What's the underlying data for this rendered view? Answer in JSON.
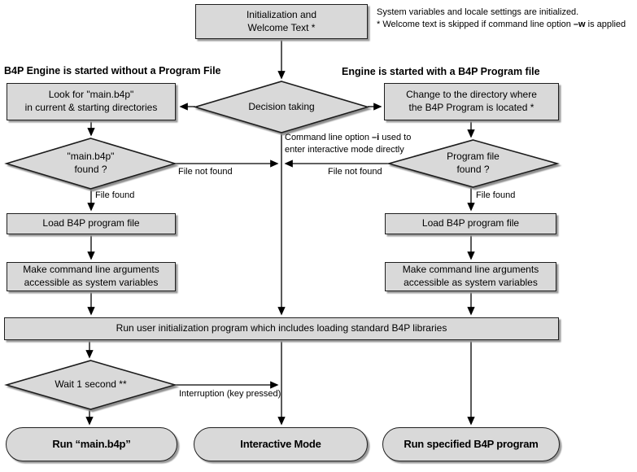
{
  "notes": {
    "top_line1": "System variables and locale settings are initialized.",
    "top_line2_prefix": "* Welcome text is skipped if command line option ",
    "top_line2_bold": "–w",
    "top_line2_suffix": " is applied",
    "interactive_prefix": "Command line option ",
    "interactive_bold": "–i",
    "interactive_suffix": " used to",
    "interactive_line2": "enter interactive mode directly"
  },
  "headings": {
    "left": "B4P Engine is started without a Program File",
    "right": "Engine is started with a B4P Program file"
  },
  "nodes": {
    "init": {
      "line1": "Initialization and",
      "line2": "Welcome Text *"
    },
    "decision": {
      "label": "Decision taking"
    },
    "look_for": {
      "line1": "Look for \"main.b4p\"",
      "line2": "in current & starting directories"
    },
    "change_dir": {
      "line1": "Change to the directory where",
      "line2": "the B4P Program is located *"
    },
    "main_found": {
      "line1": "\"main.b4p\"",
      "line2": "found ?"
    },
    "program_found": {
      "line1": "Program file",
      "line2": "found ?"
    },
    "load_left": {
      "label": "Load B4P program file"
    },
    "load_right": {
      "label": "Load B4P program file"
    },
    "make_left": {
      "line1": "Make command line arguments",
      "line2": "accessible as system variables"
    },
    "make_right": {
      "line1": "Make command line arguments",
      "line2": "accessible as system variables"
    },
    "run_init": {
      "label": "Run user initialization program which includes loading standard B4P libraries"
    },
    "wait": {
      "label": "Wait 1 second **"
    },
    "terminal_left": {
      "label": "Run “main.b4p”"
    },
    "terminal_mid": {
      "label": "Interactive Mode"
    },
    "terminal_right": {
      "label": "Run specified B4P program"
    }
  },
  "edge_labels": {
    "file_not_found_left": "File not found",
    "file_not_found_right": "File not found",
    "file_found_left": "File found",
    "file_found_right": "File found",
    "interruption": "Interruption (key pressed)"
  },
  "colors": {
    "node_fill": "#d9d9d9",
    "node_border": "#1f1f1f",
    "line": "#000000",
    "background": "#ffffff"
  }
}
